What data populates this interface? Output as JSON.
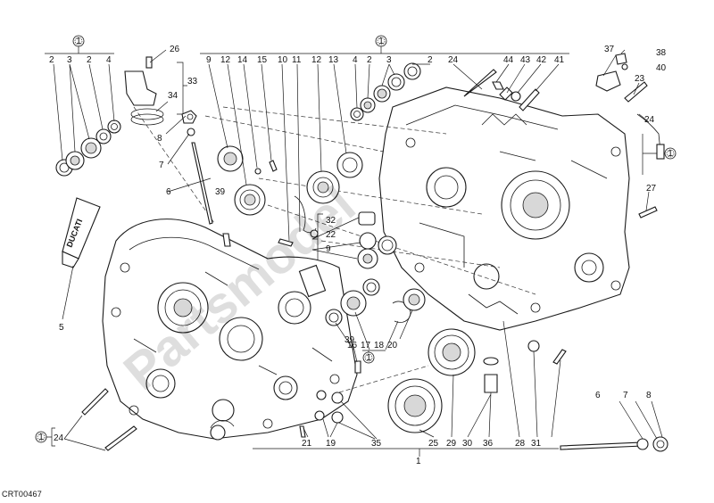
{
  "diagram_code": "CRT00467",
  "ref_symbol": "1",
  "tube_brand": "DUCATI",
  "watermark": "Partsmodel",
  "labels": {
    "l26": "26",
    "l33": "33",
    "l34": "34",
    "l8a": "8",
    "l7a": "7",
    "l6a": "6",
    "l39a": "39",
    "l5": "5",
    "l2a": "2",
    "l3a": "3",
    "l2b": "2",
    "l4a": "4",
    "l9a": "9",
    "l12a": "12",
    "l14": "14",
    "l15": "15",
    "l10": "10",
    "l11": "11",
    "l12b": "12",
    "l13": "13",
    "l4b": "4",
    "l2c": "2",
    "l3b": "3",
    "l2d": "2",
    "l24a": "24",
    "l44": "44",
    "l43": "43",
    "l42": "42",
    "l41": "41",
    "l37": "37",
    "l38": "38",
    "l40": "40",
    "l23": "23",
    "l24b": "24",
    "l27": "27",
    "l32": "32",
    "l22": "22",
    "l9b": "9",
    "l16": "16",
    "l17": "17",
    "l18": "18",
    "l20": "20",
    "l39b": "39",
    "l21": "21",
    "l19": "19",
    "l35": "35",
    "l25": "25",
    "l29": "29",
    "l30": "30",
    "l36": "36",
    "l28": "28",
    "l31": "31",
    "l1": "1",
    "l24c": "24",
    "l6b": "6",
    "l7b": "7",
    "l8b": "8"
  }
}
